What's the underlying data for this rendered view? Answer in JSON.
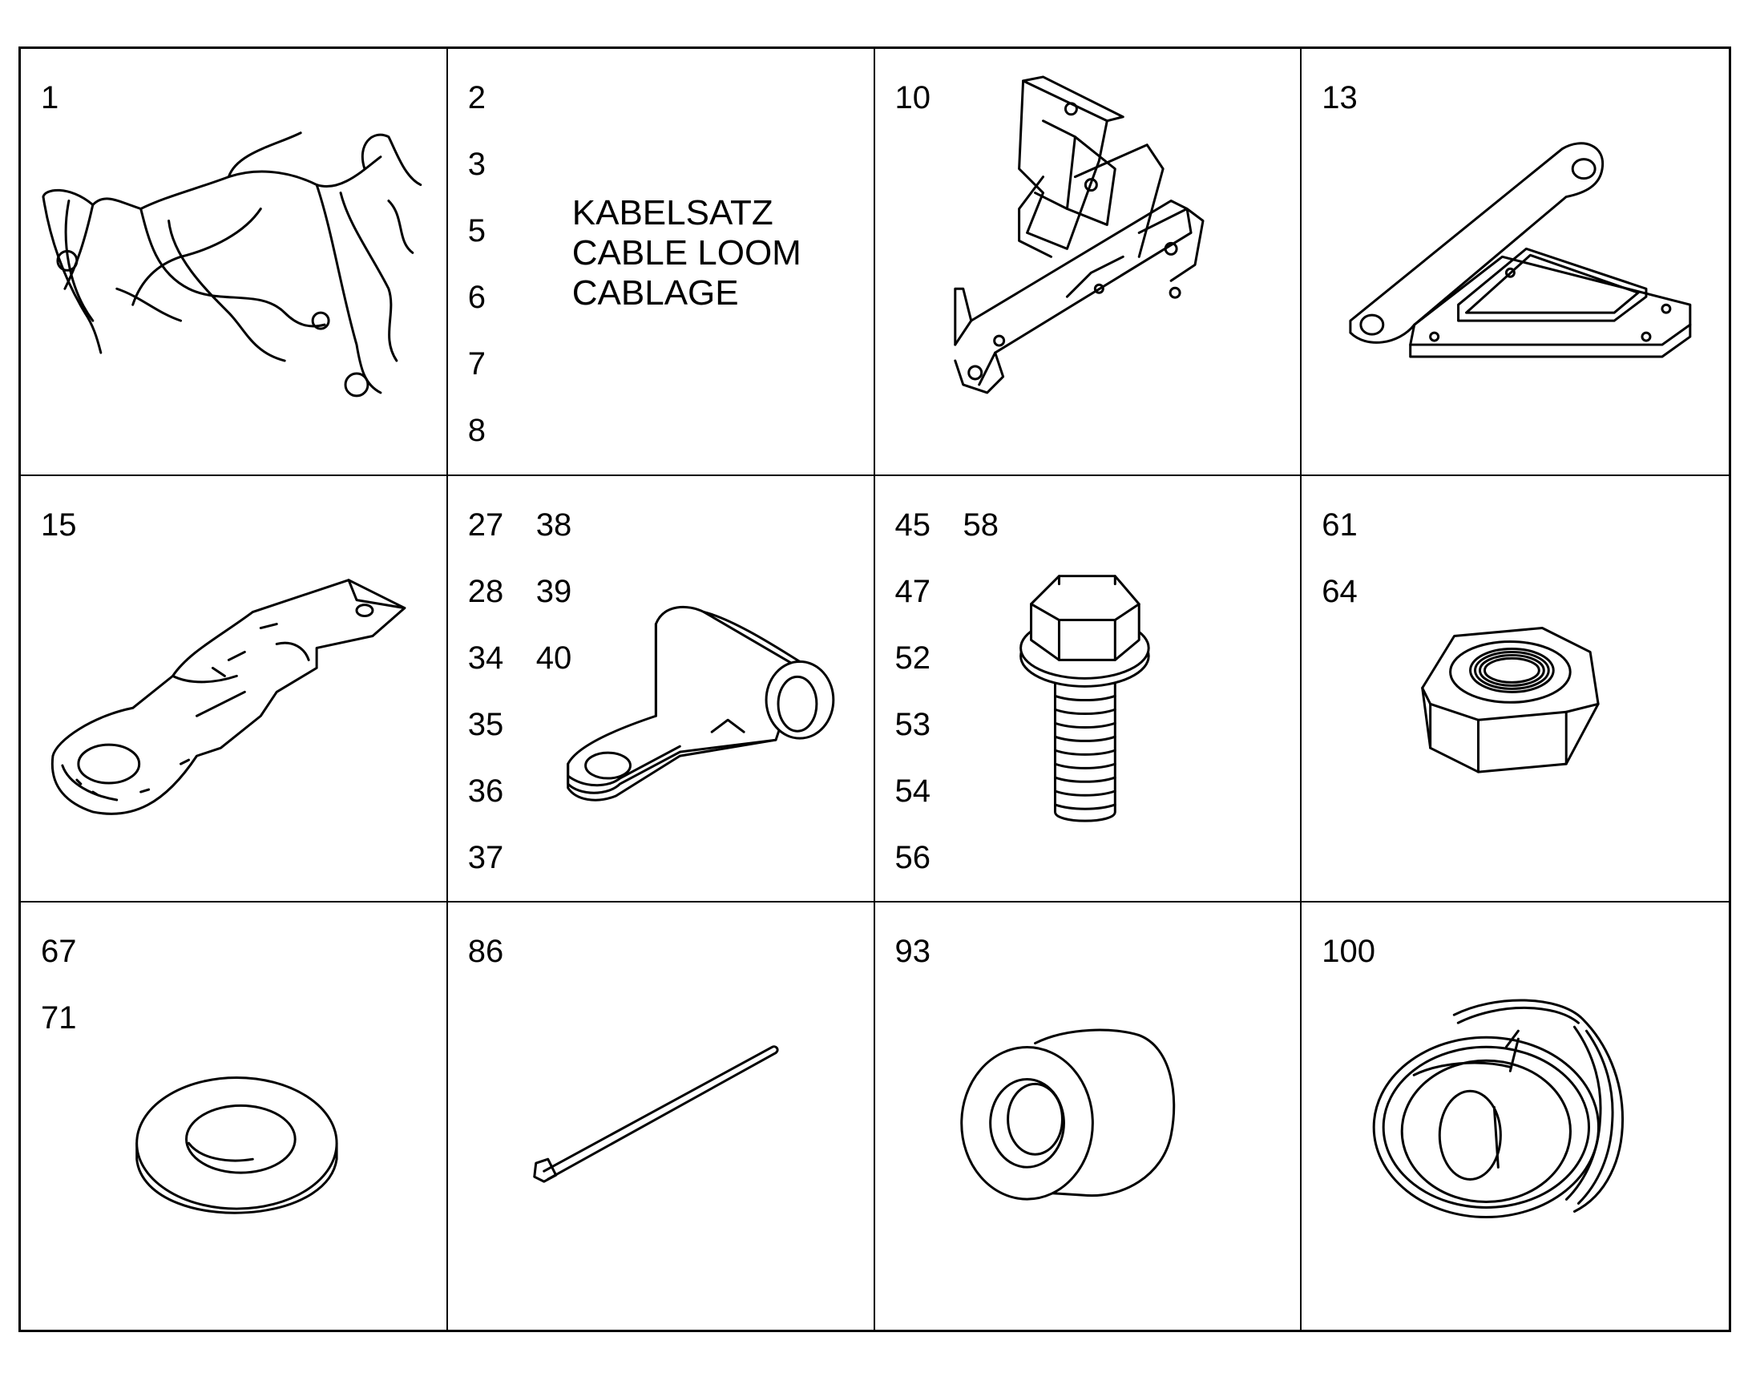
{
  "cells": [
    {
      "rows": [
        [
          "1"
        ]
      ]
    },
    {
      "rows": [
        [
          "2"
        ],
        [
          "3"
        ],
        [
          "5"
        ],
        [
          "6"
        ],
        [
          "7"
        ],
        [
          "8"
        ]
      ],
      "caption": [
        "KABELSATZ",
        "CABLE LOOM",
        "CABLAGE"
      ]
    },
    {
      "rows": [
        [
          "10"
        ]
      ]
    },
    {
      "rows": [
        [
          "13"
        ]
      ]
    },
    {
      "rows": [
        [
          "15"
        ]
      ]
    },
    {
      "rows": [
        [
          "27",
          "38"
        ],
        [
          "28",
          "39"
        ],
        [
          "34",
          "40"
        ],
        [
          "35"
        ],
        [
          "36"
        ],
        [
          "37"
        ]
      ]
    },
    {
      "rows": [
        [
          "45",
          "58"
        ],
        [
          "47"
        ],
        [
          "52"
        ],
        [
          "53"
        ],
        [
          "54"
        ],
        [
          "56"
        ]
      ]
    },
    {
      "rows": [
        [
          "61"
        ],
        [
          "64"
        ]
      ]
    },
    {
      "rows": [
        [
          "67"
        ],
        [
          "71"
        ]
      ]
    },
    {
      "rows": [
        [
          "86"
        ]
      ]
    },
    {
      "rows": [
        [
          "93"
        ]
      ]
    },
    {
      "rows": [
        [
          "100"
        ]
      ]
    }
  ],
  "icons": [
    "cable-loom-icon",
    "mounting-bracket-icon",
    "flange-plate-icon",
    "cable-lug-icon",
    "p-clip-icon",
    "flange-bolt-icon",
    "hex-nut-icon",
    "flat-washer-icon",
    "cable-tie-icon",
    "spacer-bushing-icon",
    "grommet-icon"
  ]
}
